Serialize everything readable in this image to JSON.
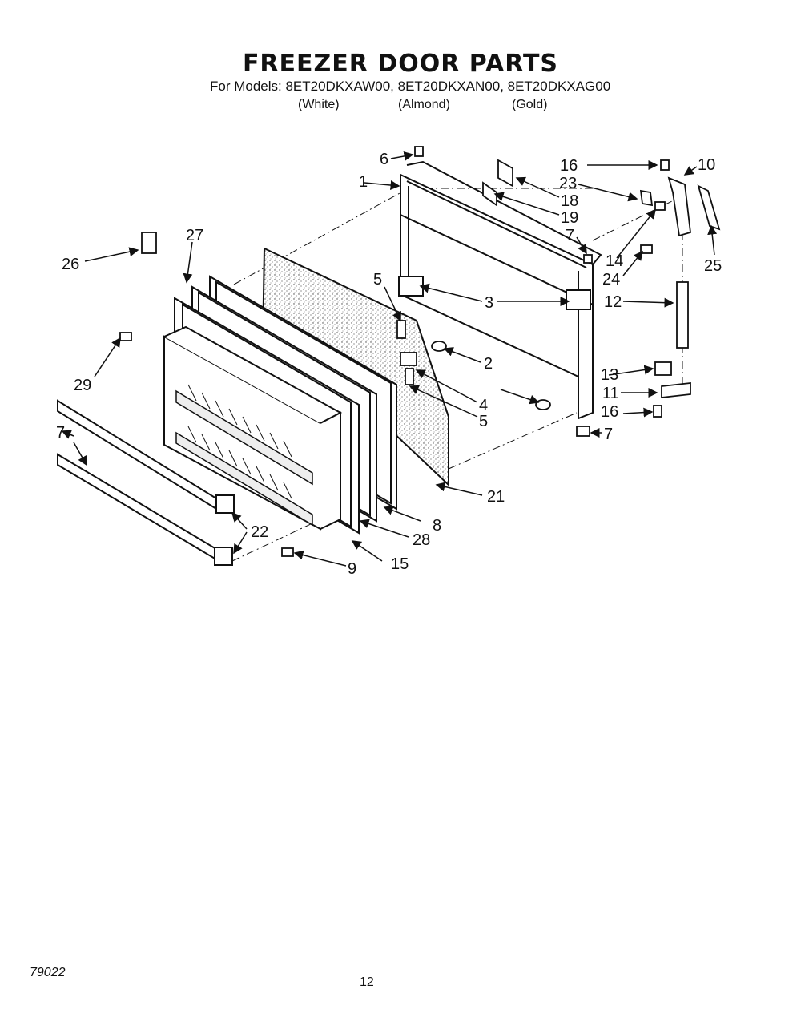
{
  "header": {
    "title": "FREEZER DOOR PARTS",
    "models_line": "For Models: 8ET20DKXAW00, 8ET20DKXAN00, 8ET20DKXAG00",
    "variants": [
      "(White)",
      "(Almond)",
      "(Gold)"
    ]
  },
  "diagram": {
    "callouts": [
      "1",
      "2",
      "3",
      "4",
      "5",
      "5",
      "6",
      "7",
      "7",
      "7",
      "8",
      "9",
      "10",
      "11",
      "12",
      "13",
      "14",
      "15",
      "16",
      "16",
      "18",
      "19",
      "21",
      "22",
      "23",
      "24",
      "25",
      "26",
      "27",
      "28",
      "29"
    ]
  },
  "footer": {
    "code": "79022",
    "page": "12"
  }
}
